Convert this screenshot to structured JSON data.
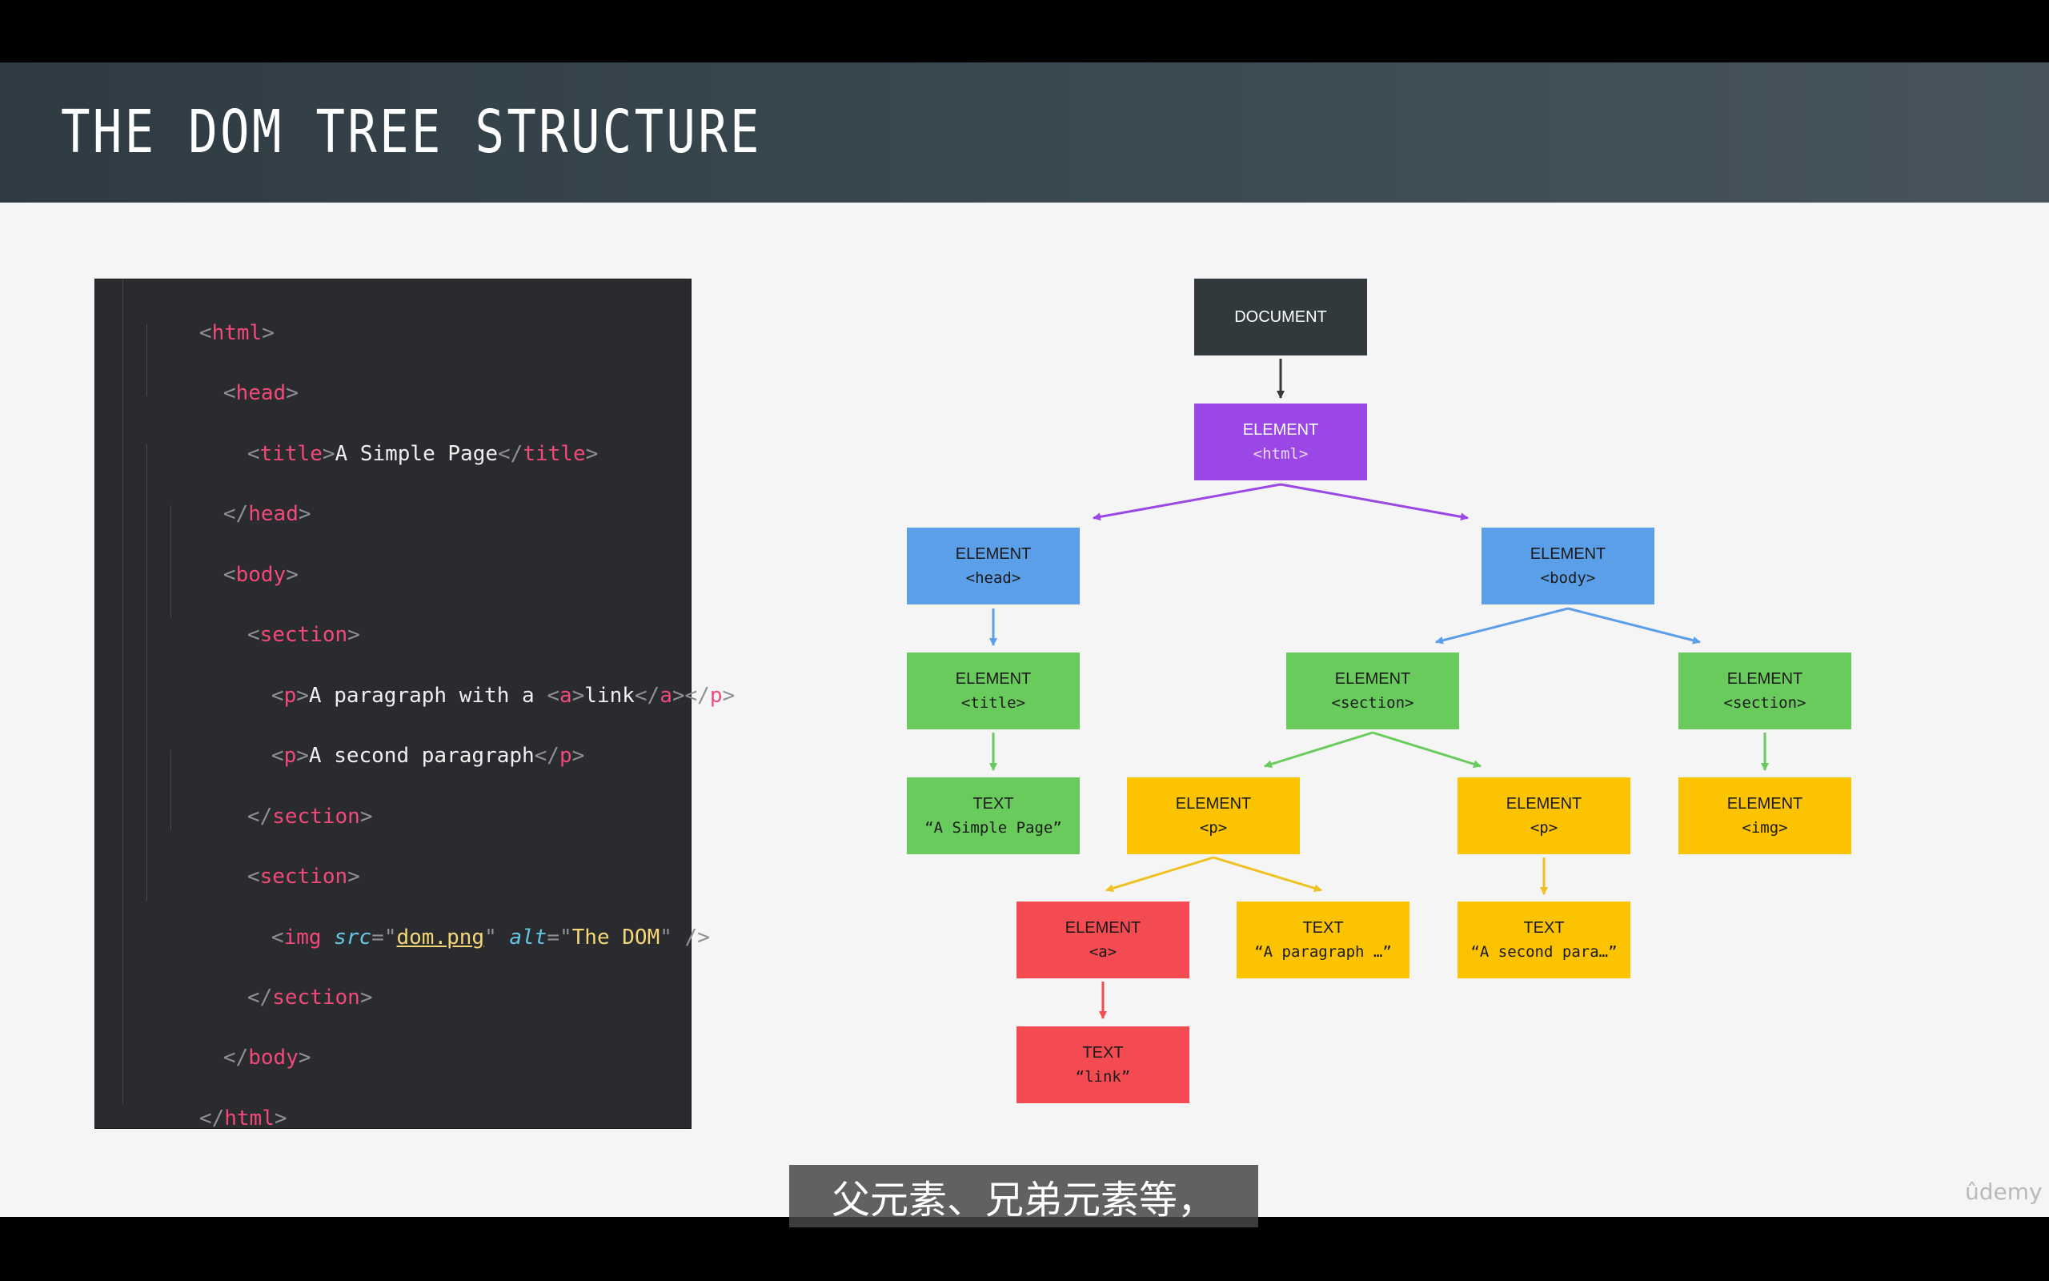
{
  "slide": {
    "title": "THE DOM TREE STRUCTURE"
  },
  "code": [
    {
      "html_open": [
        "<",
        "html",
        ">"
      ]
    },
    {
      "head_open": [
        "<",
        "head",
        ">"
      ]
    },
    {
      "title_line": [
        "<",
        "title",
        ">",
        "A Simple Page",
        "</",
        "title",
        ">"
      ]
    },
    {
      "head_close": [
        "</",
        "head",
        ">"
      ]
    },
    {
      "body_open": [
        "<",
        "body",
        ">"
      ]
    },
    {
      "section_open_1": [
        "<",
        "section",
        ">"
      ]
    },
    {
      "p_link": [
        "<",
        "p",
        ">",
        "A paragraph with a ",
        "<",
        "a",
        ">",
        "link",
        "</",
        "a",
        ">",
        "</",
        "p",
        ">"
      ]
    },
    {
      "p_second": [
        "<",
        "p",
        ">",
        "A second paragraph",
        "</",
        "p",
        ">"
      ]
    },
    {
      "section_close_1": [
        "</",
        "section",
        ">"
      ]
    },
    {
      "section_open_2": [
        "<",
        "section",
        ">"
      ]
    },
    {
      "img": [
        "<",
        "img",
        " ",
        "src",
        "=\"",
        "dom.png",
        "\"",
        " ",
        "alt",
        "=\"",
        "The DOM",
        "\"",
        " />"
      ]
    },
    {
      "section_close_2": [
        "</",
        "section",
        ">"
      ]
    },
    {
      "body_close": [
        "</",
        "body",
        ">"
      ]
    },
    {
      "html_close": [
        "</",
        "html",
        ">"
      ]
    }
  ],
  "tree": {
    "nodes": {
      "document": {
        "line1": "DOCUMENT",
        "line2": ""
      },
      "html": {
        "line1": "ELEMENT",
        "line2": "<html>"
      },
      "head": {
        "line1": "ELEMENT",
        "line2": "<head>"
      },
      "body": {
        "line1": "ELEMENT",
        "line2": "<body>"
      },
      "title": {
        "line1": "ELEMENT",
        "line2": "<title>"
      },
      "section1": {
        "line1": "ELEMENT",
        "line2": "<section>"
      },
      "section2": {
        "line1": "ELEMENT",
        "line2": "<section>"
      },
      "text_title": {
        "line1": "TEXT",
        "line2": "“A Simple Page”"
      },
      "p1": {
        "line1": "ELEMENT",
        "line2": "<p>"
      },
      "p2": {
        "line1": "ELEMENT",
        "line2": "<p>"
      },
      "img": {
        "line1": "ELEMENT",
        "line2": "<img>"
      },
      "a": {
        "line1": "ELEMENT",
        "line2": "<a>"
      },
      "text_p1": {
        "line1": "TEXT",
        "line2": "“A paragraph …”"
      },
      "text_p2": {
        "line1": "TEXT",
        "line2": "“A second para…”"
      },
      "text_link": {
        "line1": "TEXT",
        "line2": "“link”"
      }
    },
    "colors": {
      "document": "#31393d",
      "html": "#9b47e6",
      "level2": "#5a9fe8",
      "level3": "#6acb5d",
      "level4": "#fcc300",
      "level5": "#f44b52"
    }
  },
  "subtitle": "父元素、兄弟元素等，",
  "watermark": "ûdemy"
}
